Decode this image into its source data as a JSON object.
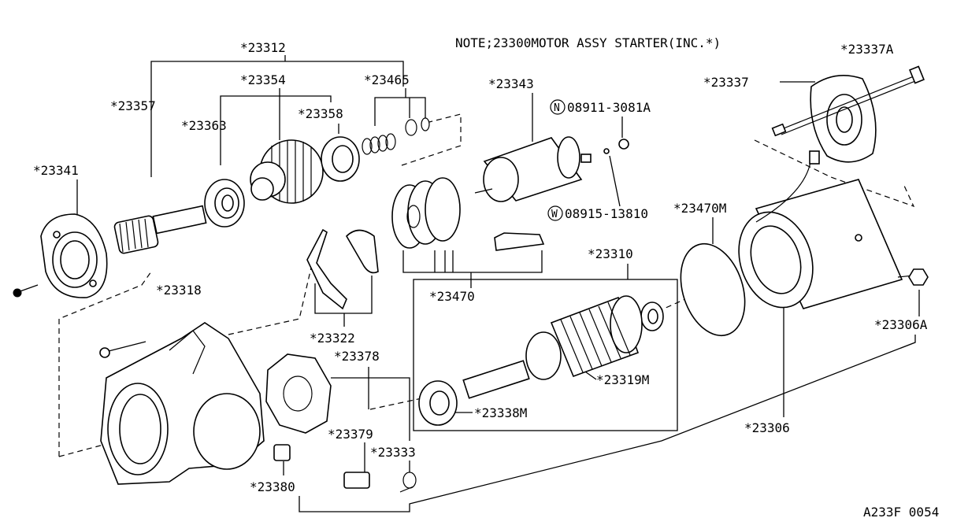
{
  "note": "NOTE;23300MOTOR ASSY STARTER(INC.*)",
  "figure_code": "A233F 0054",
  "labels": {
    "p23312": "*23312",
    "p23354": "*23354",
    "p23465": "*23465",
    "p23357": "*23357",
    "p23363": "*23363",
    "p23358": "*23358",
    "p23341": "*23341",
    "p23343": "*23343",
    "n08911": "08911-3081A",
    "w08915": "08915-13810",
    "p23337A": "*23337A",
    "p23337": "*23337",
    "p23470M": "*23470M",
    "p23470": "*23470",
    "p23310": "*23310",
    "p23318": "*23318",
    "p23322": "*23322",
    "p23378": "*23378",
    "p23319M": "*23319M",
    "p23338M": "*23338M",
    "p23379": "*23379",
    "p23333": "*23333",
    "p23380": "*23380",
    "p23306A": "*23306A",
    "p23306": "*23306"
  },
  "prefix_marks": {
    "n": "N",
    "w": "W"
  }
}
